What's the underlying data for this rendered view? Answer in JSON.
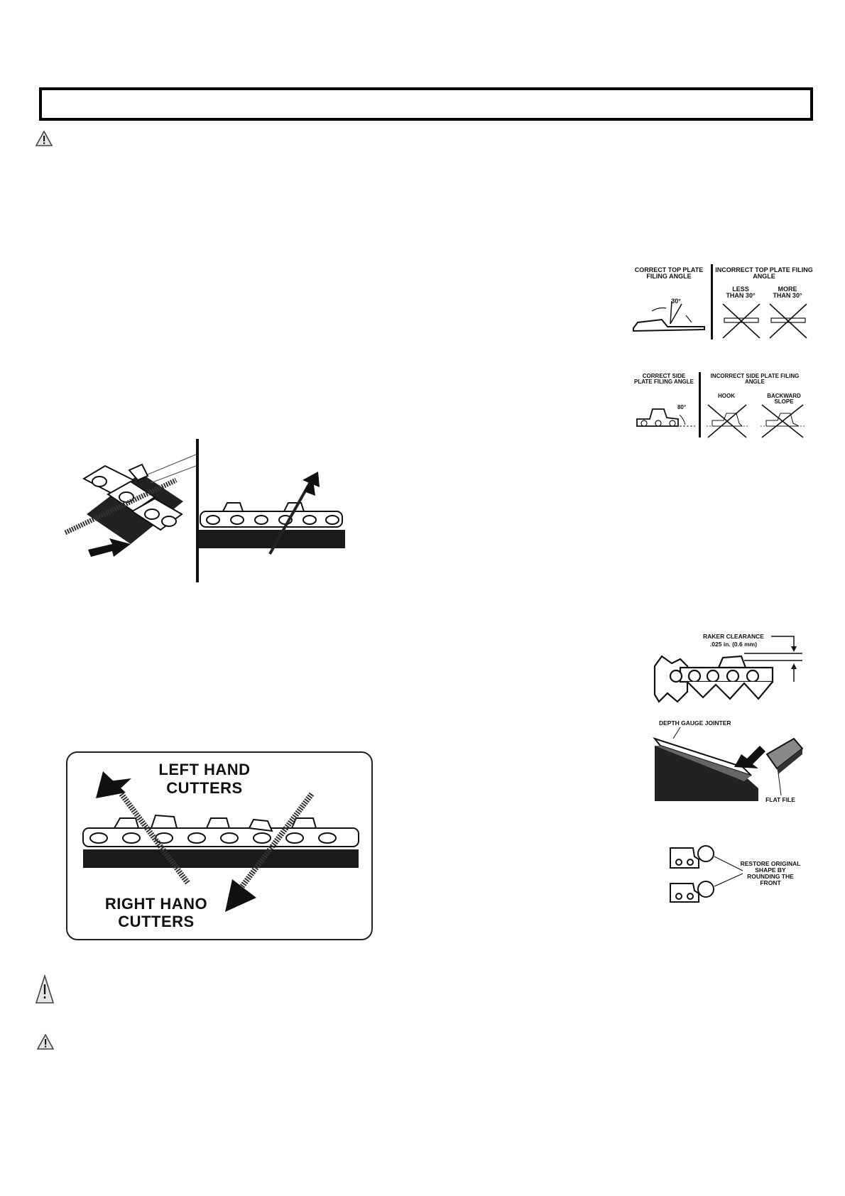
{
  "header": {
    "title": ""
  },
  "icons": [
    "warning-icon",
    "warning-icon",
    "warning-icon"
  ],
  "top_plate": {
    "correct_label": "CORRECT TOP PLATE FILING ANGLE",
    "angle": "30°",
    "incorrect_label": "INCORRECT TOP PLATE FILING ANGLE",
    "less_label": "LESS THAN 30°",
    "more_label": "MORE THAN 30°"
  },
  "side_plate": {
    "correct_label": "CORRECT SIDE PLATE FILING ANGLE",
    "angle": "80°",
    "incorrect_label": "INCORRECT SIDE PLATE FILING ANGLE",
    "hook_label": "HOOK",
    "backward_label": "BACKWARD SLOPE"
  },
  "raker": {
    "label": "RAKER CLEARANCE",
    "value": ".025 in. (0.6 mm)"
  },
  "jointer": {
    "label": "DEPTH GAUGE JOINTER",
    "file_label": "FLAT FILE"
  },
  "restore": {
    "label": "RESTORE ORIGINAL SHAPE BY ROUNDING THE FRONT"
  },
  "cutters": {
    "left_line1": "LEFT HAND",
    "left_line2": "CUTTERS",
    "right_line1": "RIGHT HANO",
    "right_line2": "CUTTERS"
  }
}
